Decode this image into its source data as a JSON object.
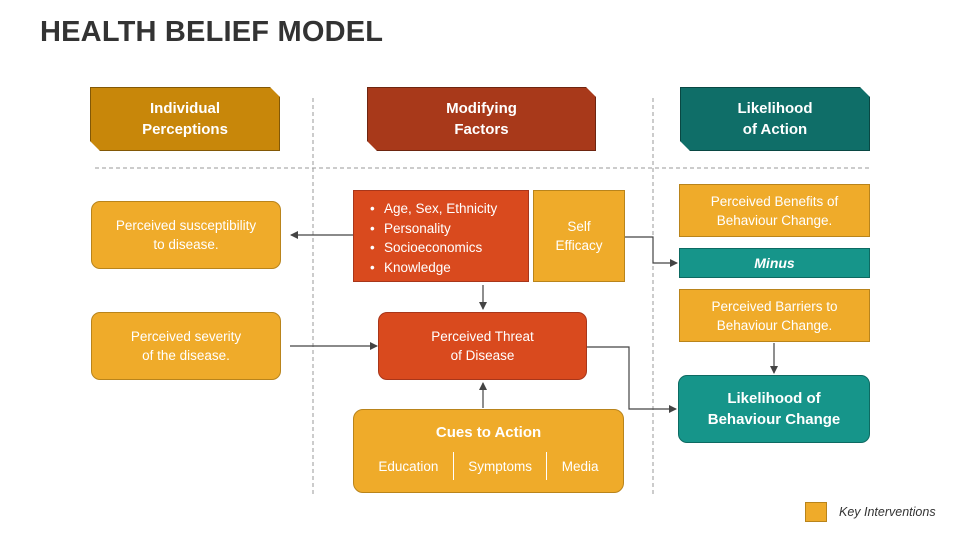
{
  "title": "HEALTH BELIEF MODEL",
  "headers": {
    "individual": "Individual\nPerceptions",
    "modifying": "Modifying\nFactors",
    "likelihood": "Likelihood\nof Action"
  },
  "individual_perceptions": {
    "susceptibility": "Perceived susceptibility\nto disease.",
    "severity": "Perceived severity\nof the disease."
  },
  "modifying_factors": {
    "factors": [
      "Age, Sex, Ethnicity",
      "Personality",
      "Socioeconomics",
      "Knowledge"
    ],
    "self_efficacy": "Self\nEfficacy",
    "threat": "Perceived Threat\nof Disease",
    "cues_title": "Cues to Action",
    "cues": [
      "Education",
      "Symptoms",
      "Media"
    ]
  },
  "likelihood_of_action": {
    "benefits": "Perceived Benefits of\nBehaviour Change.",
    "minus": "Minus",
    "barriers": "Perceived Barriers to\nBehaviour Change.",
    "outcome": "Likelihood of\nBehaviour Change"
  },
  "legend": {
    "label": "Key Interventions",
    "color": "#efab2a"
  },
  "colors": {
    "individual_header": "#c8870a",
    "modifying_header": "#a8391a",
    "likelihood_header": "#0f6e68",
    "key_intervention": "#efab2a",
    "threat": "#d94a1e",
    "teal": "#16958a"
  }
}
